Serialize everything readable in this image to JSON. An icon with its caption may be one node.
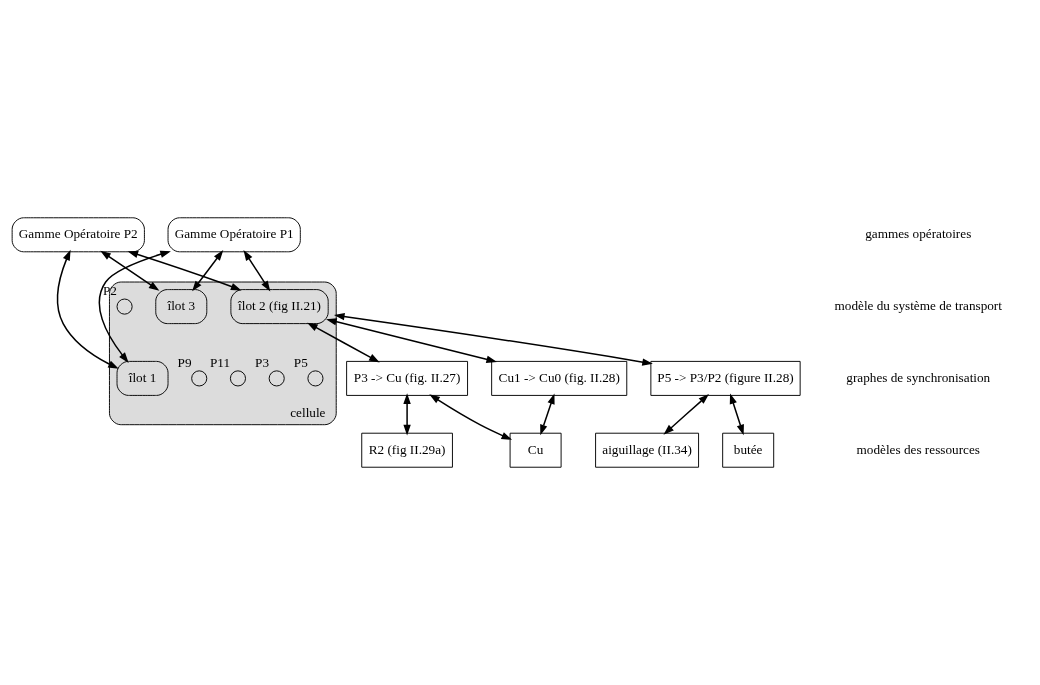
{
  "diagram": {
    "nodes": [
      {
        "text": [
          "Gamme Opératoire P1"
        ]
      },
      {
        "text": [
          "Gamme Opératoire P2"
        ]
      },
      {
        "text": [
          "cellule"
        ]
      },
      {
        "text": [
          "îlot 2 (fig II.21)"
        ],
        "in": 2
      },
      {
        "text": [],
        "shape": "circle",
        "beside": [
          "P3"
        ],
        "in": 2
      },
      {
        "text": [],
        "shape": "circle",
        "beside": [
          "P5"
        ],
        "in": 2
      },
      {
        "text": [
          "îlot 3"
        ],
        "in": 2
      },
      {
        "text": [],
        "shape": "circle",
        "beside": [
          "P9"
        ],
        "in": 2
      },
      {
        "text": [],
        "shape": "circle",
        "beside": [
          "P11"
        ],
        "in": 2
      },
      {
        "text": [
          "îlot 1"
        ],
        "in": 2
      },
      {
        "text": [],
        "shape": "circle",
        "beside": [
          "P2"
        ],
        "in": 2
      },
      {
        "text": [
          "P3 -> Cu (fig. II.27)"
        ]
      },
      {
        "text": [
          "Cu1 -> Cu0 (fig. II.28)"
        ]
      },
      {
        "text": [
          "P5 -> P3/P2 (figure II.28)"
        ]
      },
      {
        "text": [
          "R2 (fig II.29a)"
        ]
      },
      {
        "text": [
          "Cu"
        ]
      },
      {
        "text": [
          "aiguillage (II.34)"
        ]
      },
      {
        "text": [
          "butée"
        ]
      }
    ],
    "edges": [
      {
        "from": 0,
        "to": 3,
        "arrow": "both"
      },
      {
        "from": 0,
        "to": 9,
        "arrow": "both"
      },
      {
        "from": 0,
        "to": 6,
        "arrow": "both"
      },
      {
        "from": 1,
        "to": 3,
        "arrow": "both"
      },
      {
        "from": 1,
        "to": 9,
        "arrow": "both"
      },
      {
        "from": 1,
        "to": 6,
        "arrow": "both"
      },
      {
        "from": 3,
        "to": 11,
        "arrow": "both"
      },
      {
        "from": 3,
        "to": 12,
        "arrow": "both"
      },
      {
        "from": 2,
        "to": 13,
        "arrow": "both"
      },
      {
        "from": 11,
        "to": 14,
        "arrow": "both"
      },
      {
        "from": 11,
        "to": 15,
        "arrow": "both"
      },
      {
        "from": 12,
        "to": 15,
        "arrow": "both"
      },
      {
        "from": 13,
        "to": 16,
        "arrow": "both"
      },
      {
        "from": 13,
        "to": 17,
        "arrow": "both"
      }
    ],
    "labels": [
      "gammes opératoires",
      "modèle du système de transport",
      "graphes de synchronisation",
      "modèles des ressources"
    ]
  }
}
